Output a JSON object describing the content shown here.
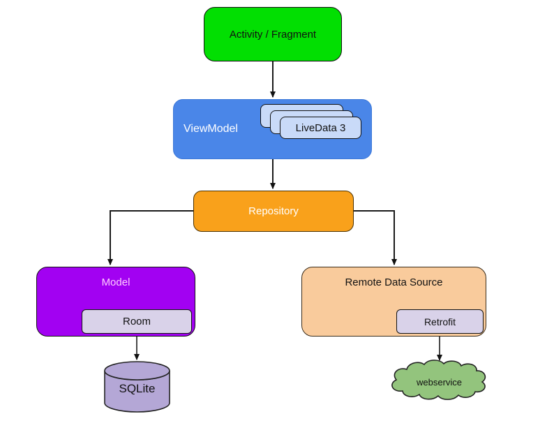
{
  "diagram": {
    "nodes": {
      "activity": {
        "label": "Activity / Fragment"
      },
      "viewmodel": {
        "label": "ViewModel"
      },
      "livedata": {
        "label": "LiveData 3"
      },
      "repository": {
        "label": "Repository"
      },
      "model": {
        "label": "Model"
      },
      "room": {
        "label": "Room"
      },
      "remote": {
        "label": "Remote Data Source"
      },
      "retrofit": {
        "label": "Retrofit"
      },
      "sqlite": {
        "label": "SQLite"
      },
      "webservice": {
        "label": "webservice"
      }
    },
    "colors": {
      "activity_green": "#02df02",
      "viewmodel_blue": "#4a86e8",
      "livedata_card": "#c9daf8",
      "repository_orange": "#f9a11b",
      "model_purple": "#a201f2",
      "subbox_lavender": "#d9d2e9",
      "remote_tan": "#f9cb9c",
      "sqlite_cylinder": "#b4a7d6",
      "webservice_cloud": "#93c47d",
      "connector_line": "#1a1a1a",
      "model_label_text": "#ffccff"
    }
  }
}
